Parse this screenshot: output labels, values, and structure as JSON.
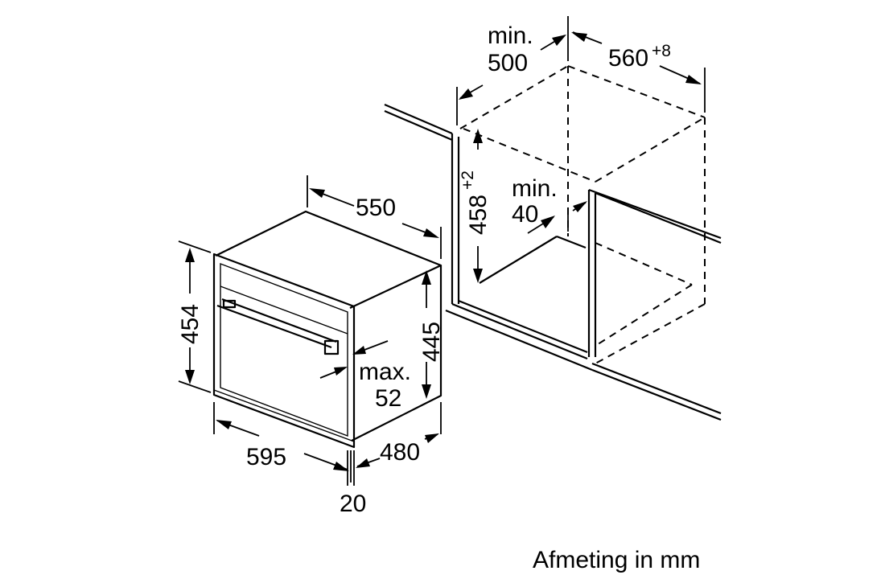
{
  "oven": {
    "depth_top": "550",
    "height": "454",
    "body_height": "445",
    "handle_max_label": "max.",
    "handle_max_value": "52",
    "width": "595",
    "body_depth": "480",
    "front_thickness": "20"
  },
  "niche": {
    "min_depth_label": "min.",
    "min_depth_value": "500",
    "width_value": "560",
    "width_tolerance": "+8",
    "height_value": "458",
    "height_tolerance": "+2",
    "min_gap_label": "min.",
    "min_gap_value": "40"
  },
  "footer": {
    "unit_note": "Afmeting in mm"
  }
}
